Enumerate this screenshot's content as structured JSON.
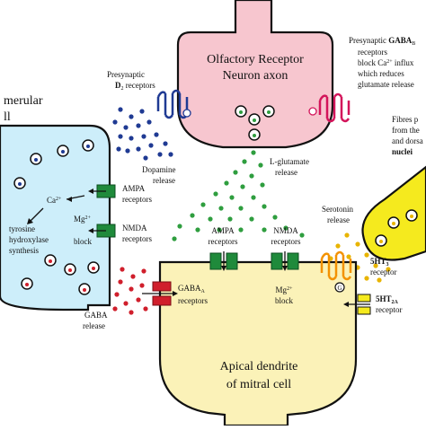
{
  "olfactory_neuron": {
    "line1": "Olfactory Receptor",
    "line2": "Neuron axon"
  },
  "mitral_cell": {
    "line1": "Apical dendrite",
    "line2": "of mitral cell"
  },
  "glomerular_cell": {
    "line1": "merular",
    "line2": "ll"
  },
  "presynaptic_d2": {
    "line1": "Presynaptic",
    "line2": "D",
    "sub": "2",
    "line2b": " receptors"
  },
  "presynaptic_gaba": {
    "line1": "Presynaptic ",
    "line1_bold": "GABA",
    "line1_sub": "B",
    "line2": "receptors",
    "line3": "block Ca",
    "line3_sup": "2+",
    "line3b": " influx",
    "line4": "which reduces",
    "line5": "glutamate release"
  },
  "fibres": {
    "line1": "Fibres p",
    "line2": "from the",
    "line3": "and dorsa",
    "line4": "nuclei"
  },
  "dopamine_release": {
    "line1": "Dopamine",
    "line2": "release"
  },
  "glutamate_release": {
    "line1": "L-glutamate",
    "line2": "release"
  },
  "serotonin_release": {
    "line1": "Serotonin",
    "line2": "release"
  },
  "gaba_release": {
    "line1": "GABA",
    "line2": "release"
  },
  "ca_label": {
    "text": "Ca",
    "sup": "2+"
  },
  "tyrosine": {
    "line1": "tyrosine",
    "line2": "hydroxylase",
    "line3": "synthesis"
  },
  "left_ampa": {
    "line1": "AMPA",
    "line2": "receptors"
  },
  "left_nmda": {
    "line1": "NMDA",
    "line2": "receptors"
  },
  "left_mg_block": {
    "text": "Mg",
    "sup": "2+",
    "line2": "block"
  },
  "center_ampa": {
    "line1": "AMPA",
    "line2": "receptors"
  },
  "center_nmda": {
    "line1": "NMDA",
    "line2": "receptors"
  },
  "center_mg_block": {
    "text": "Mg",
    "sup": "2+",
    "line2": "block"
  },
  "gaba_a": {
    "line1": "GABA",
    "sub": "A",
    "line2": "receptors"
  },
  "ht3": {
    "text": "5HT",
    "sub": "3",
    "line2": "receptor"
  },
  "ht2a": {
    "text": "5HT",
    "sub": "2A",
    "line2": "receptor"
  },
  "g_protein_symbol": "G",
  "colors": {
    "neuron_pink": "#f7c6cf",
    "mitral_yellow": "#fbf2b8",
    "glomerular_blue": "#cdeefa",
    "serotonin_yellow": "#f5ea1e",
    "dopamine_blue": "#1f3a93",
    "glutamate_green": "#2f9e3f",
    "serotonin_gold": "#e8b400",
    "gaba_red": "#d01f2c",
    "receptor_green": "#1f8a3b",
    "ht3_orange": "#f39200",
    "receptor_magenta": "#d3145a"
  }
}
